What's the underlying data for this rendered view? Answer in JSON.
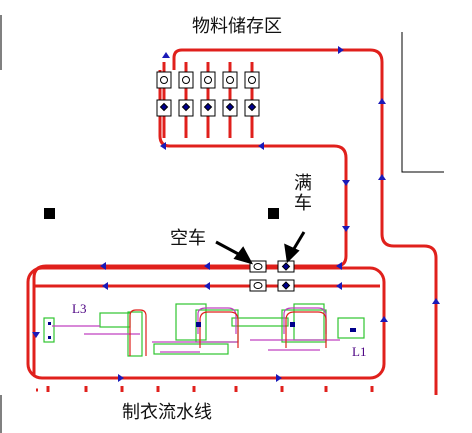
{
  "labels": {
    "storage_area": "物料储存区",
    "production_line": "制衣流水线",
    "empty_cart": "空车",
    "full_cart": "满车",
    "line_l3": "L3",
    "line_l1": "L1"
  },
  "colors": {
    "track": "#e0201c",
    "arrow": "#1a1ab8",
    "machine": "#2fc52f",
    "machine_inner": "#c040c0",
    "wall": "#000000"
  },
  "storage_slot_count": 5
}
